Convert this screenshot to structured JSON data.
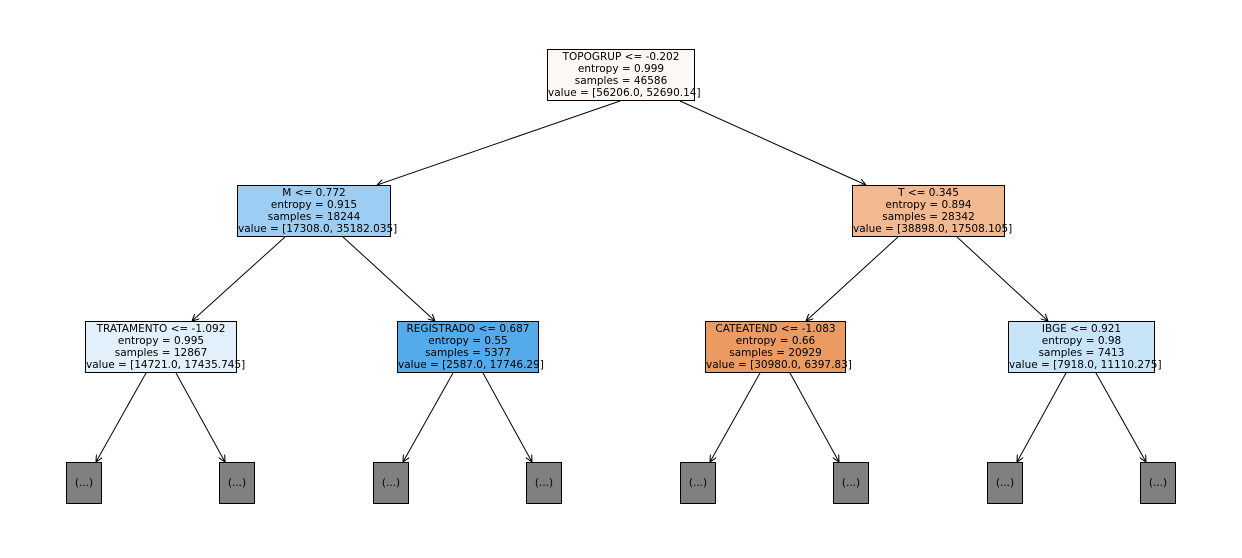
{
  "nodes": {
    "root": {
      "lines": [
        "TOPOGRUP <= -0.202",
        "entropy = 0.999",
        "samples = 46586",
        "value = [56206.0, 52690.14]"
      ],
      "color": "#fdf8f4"
    },
    "l1": {
      "lines": [
        "M <= 0.772",
        "entropy = 0.915",
        "samples = 18244",
        "value = [17308.0, 35182.035]"
      ],
      "color": "#9dcdf2"
    },
    "r1": {
      "lines": [
        "T <= 0.345",
        "entropy = 0.894",
        "samples = 28342",
        "value = [38898.0, 17508.105]"
      ],
      "color": "#f2b991"
    },
    "ll2": {
      "lines": [
        "TRATAMENTO <= -1.092",
        "entropy = 0.995",
        "samples = 12867",
        "value = [14721.0, 17435.745]"
      ],
      "color": "#e1f0fb"
    },
    "lr2": {
      "lines": [
        "REGISTRADO <= 0.687",
        "entropy = 0.55",
        "samples = 5377",
        "value = [2587.0, 17746.29]"
      ],
      "color": "#55abe9"
    },
    "rl2": {
      "lines": [
        "CATEATEND <= -1.083",
        "entropy = 0.66",
        "samples = 20929",
        "value = [30980.0, 6397.83]"
      ],
      "color": "#ea9b62"
    },
    "rr2": {
      "lines": [
        "IBGE <= 0.921",
        "entropy = 0.98",
        "samples = 7413",
        "value = [7918.0, 11110.275]"
      ],
      "color": "#c8e4f8"
    }
  },
  "leaf_label": "(...)",
  "edge_color": "#000000",
  "leaf_color": "#808080"
}
